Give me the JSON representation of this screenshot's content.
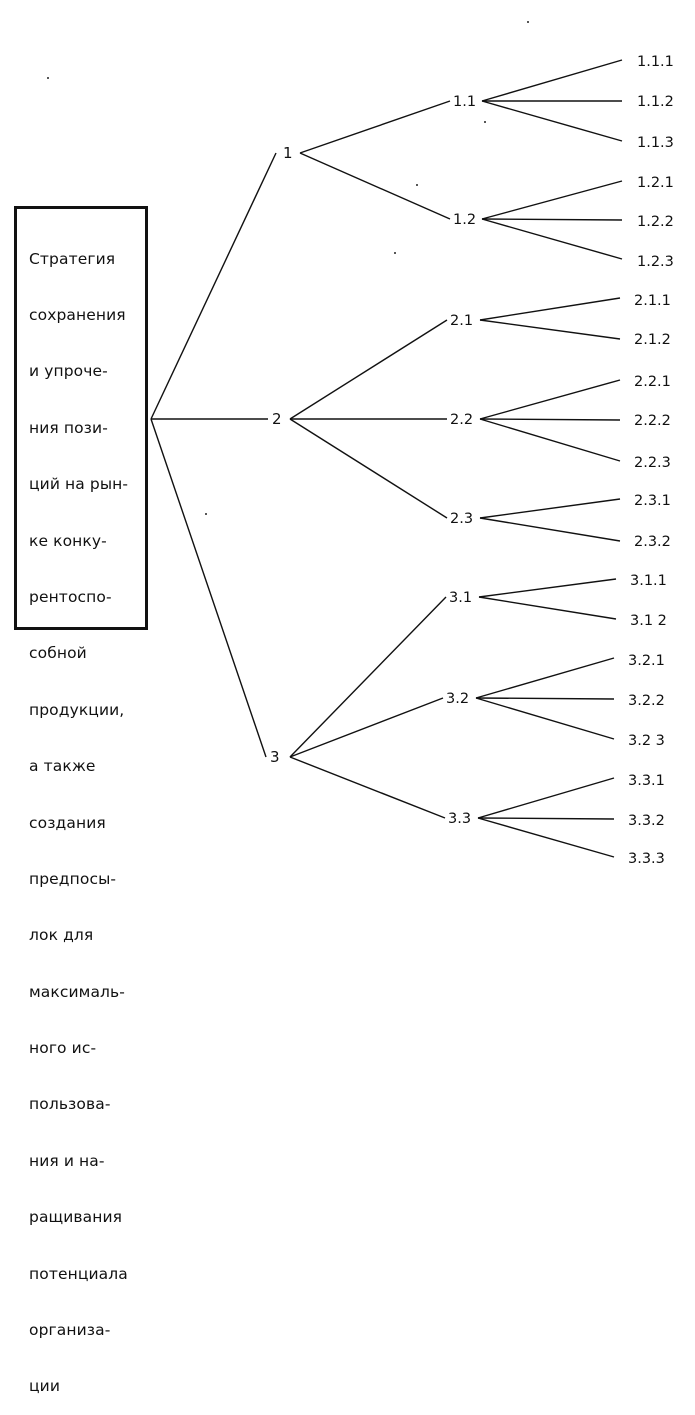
{
  "root": {
    "lines": [
      "Стратегия",
      "сохранения",
      "и упроче-",
      "ния пози-",
      "ций на рын-",
      "ке конку-",
      "рентоспо-",
      "собной",
      "продукции,",
      "а также",
      "создания",
      "предпосы-",
      "лок для",
      "максималь-",
      "ного ис-",
      "пользова-",
      "ния и на-",
      "ращивания",
      "потенциала",
      "организа-",
      "ции"
    ]
  },
  "level1": [
    "1",
    "2",
    "3"
  ],
  "level2": [
    "1.1",
    "1.2",
    "2.1",
    "2.2",
    "2.3",
    "3.1",
    "3.2",
    "3.3"
  ],
  "level3": [
    "1.1.1",
    "1.1.2",
    "1.1.3",
    "1.2.1",
    "1.2.2",
    "1.2.3",
    "2.1.1",
    "2.1.2",
    "2.2.1",
    "2.2.2",
    "2.2.3",
    "2.3.1",
    "2.3.2",
    "3.1.1",
    "3.1 2",
    "3.2.1",
    "3.2.2",
    "3.2 3",
    "3.3.1",
    "3.3.2",
    "3.3.3"
  ]
}
